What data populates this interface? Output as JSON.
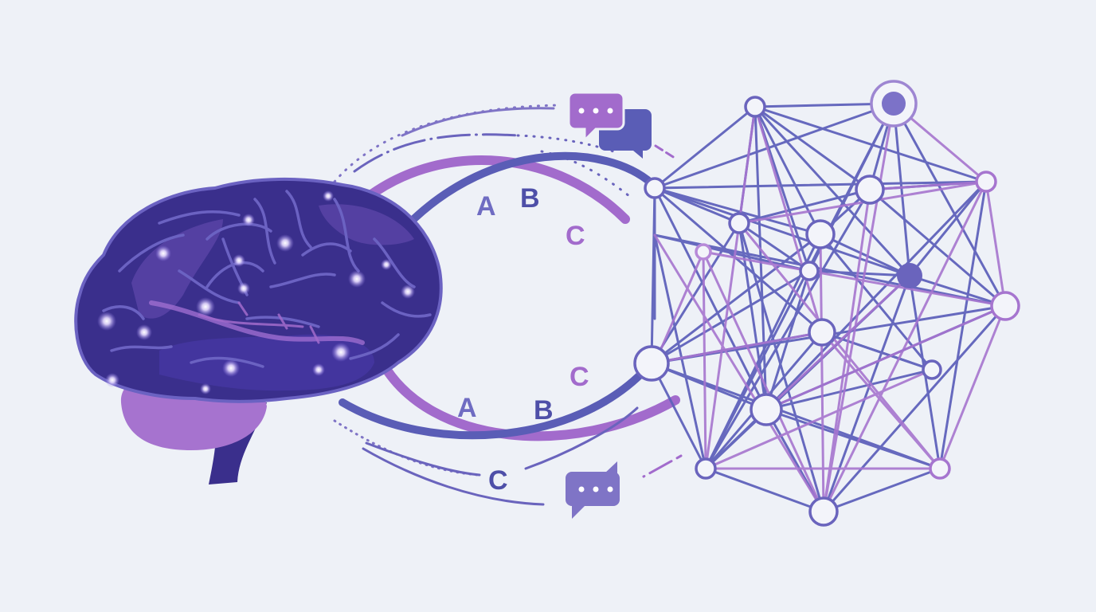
{
  "colors": {
    "background": "#eef1f7",
    "brain_dark": "#3a2f8c",
    "brain_mid": "#4b3fa3",
    "brain_fold": "#6b62c2",
    "cerebellum": "#a673cf",
    "indigo": "#5a5db6",
    "violet": "#a26bcc",
    "node_fill": "#f3f4fa",
    "glow": "#e7dcff"
  },
  "labels": {
    "top_a": "A",
    "top_b": "B",
    "top_c": "C",
    "bottom_a": "A",
    "bottom_b": "B",
    "bottom_c_upper": "C",
    "bottom_c_lower": "C"
  },
  "icons": {
    "top_chat": "chat-bubbles-icon",
    "bottom_chat": "chat-bubble-icon",
    "chat_dots": "•••"
  }
}
